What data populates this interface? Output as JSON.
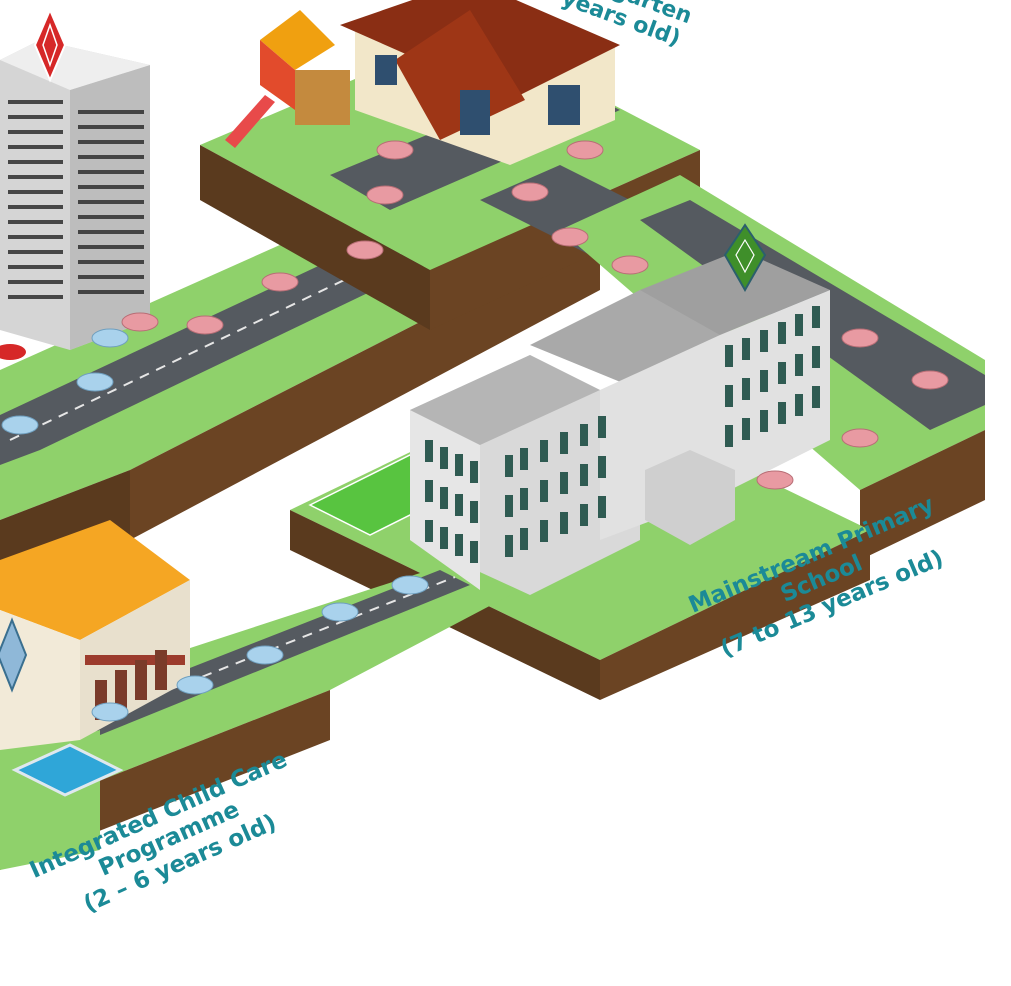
{
  "labels": {
    "kindergarten": {
      "line1": "…ergarten",
      "line2": "years old)"
    },
    "primary_school": {
      "line1": "Mainstream Primary",
      "line2": "School",
      "line3": "(7 to 13 years old)"
    },
    "child_care": {
      "line1": "Integrated Child Care",
      "line2": "Programme",
      "line3": "(2 – 6 years old)"
    }
  },
  "colors": {
    "grass": "#8fd16b",
    "soil": "#5a3a1e",
    "road": "#555a60",
    "label_text": "#1b8a97",
    "marker_red": "#d62828",
    "marker_green": "#3f8f2a",
    "marker_blue": "#8fb8d8"
  },
  "icons": [
    "diamond-marker-red-icon",
    "diamond-marker-green-icon",
    "diamond-marker-blue-icon"
  ]
}
